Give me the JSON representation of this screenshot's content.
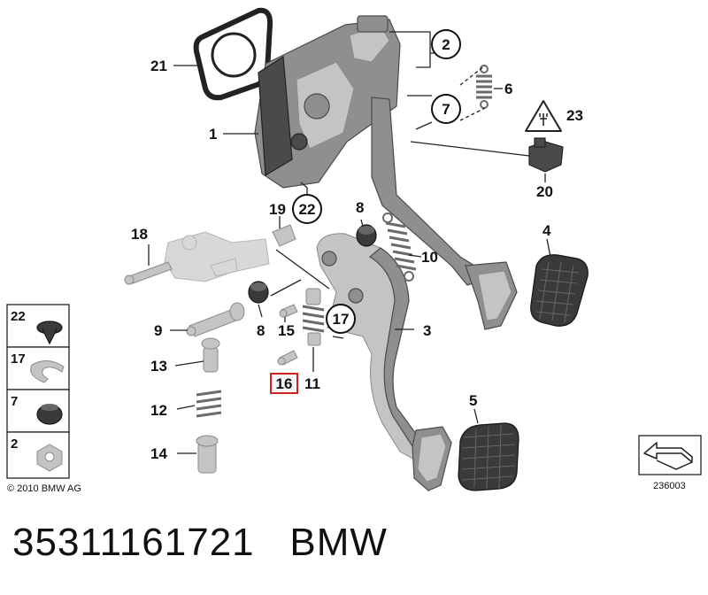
{
  "diagram": {
    "callouts": {
      "c1": "1",
      "c2": "2",
      "c3": "3",
      "c4": "4",
      "c5": "5",
      "c6": "6",
      "c7": "7",
      "c8a": "8",
      "c8b": "8",
      "c9": "9",
      "c10": "10",
      "c11": "11",
      "c12": "12",
      "c13": "13",
      "c14": "14",
      "c15": "15",
      "c16": "16",
      "c17": "17",
      "c18": "18",
      "c19": "19",
      "c20": "20",
      "c21": "21",
      "c22": "22",
      "c23": "23"
    },
    "legend_box": {
      "items": [
        "22",
        "17",
        "7",
        "2"
      ]
    },
    "copyright": "© 2010 BMW AG",
    "diagram_number": "236003",
    "highlight_color": "#d02020"
  },
  "caption": {
    "part_number": "35311161721",
    "brand": "BMW"
  },
  "icons": [
    "warning-triangle-icon",
    "plug-icon",
    "view-arrow-icon"
  ]
}
